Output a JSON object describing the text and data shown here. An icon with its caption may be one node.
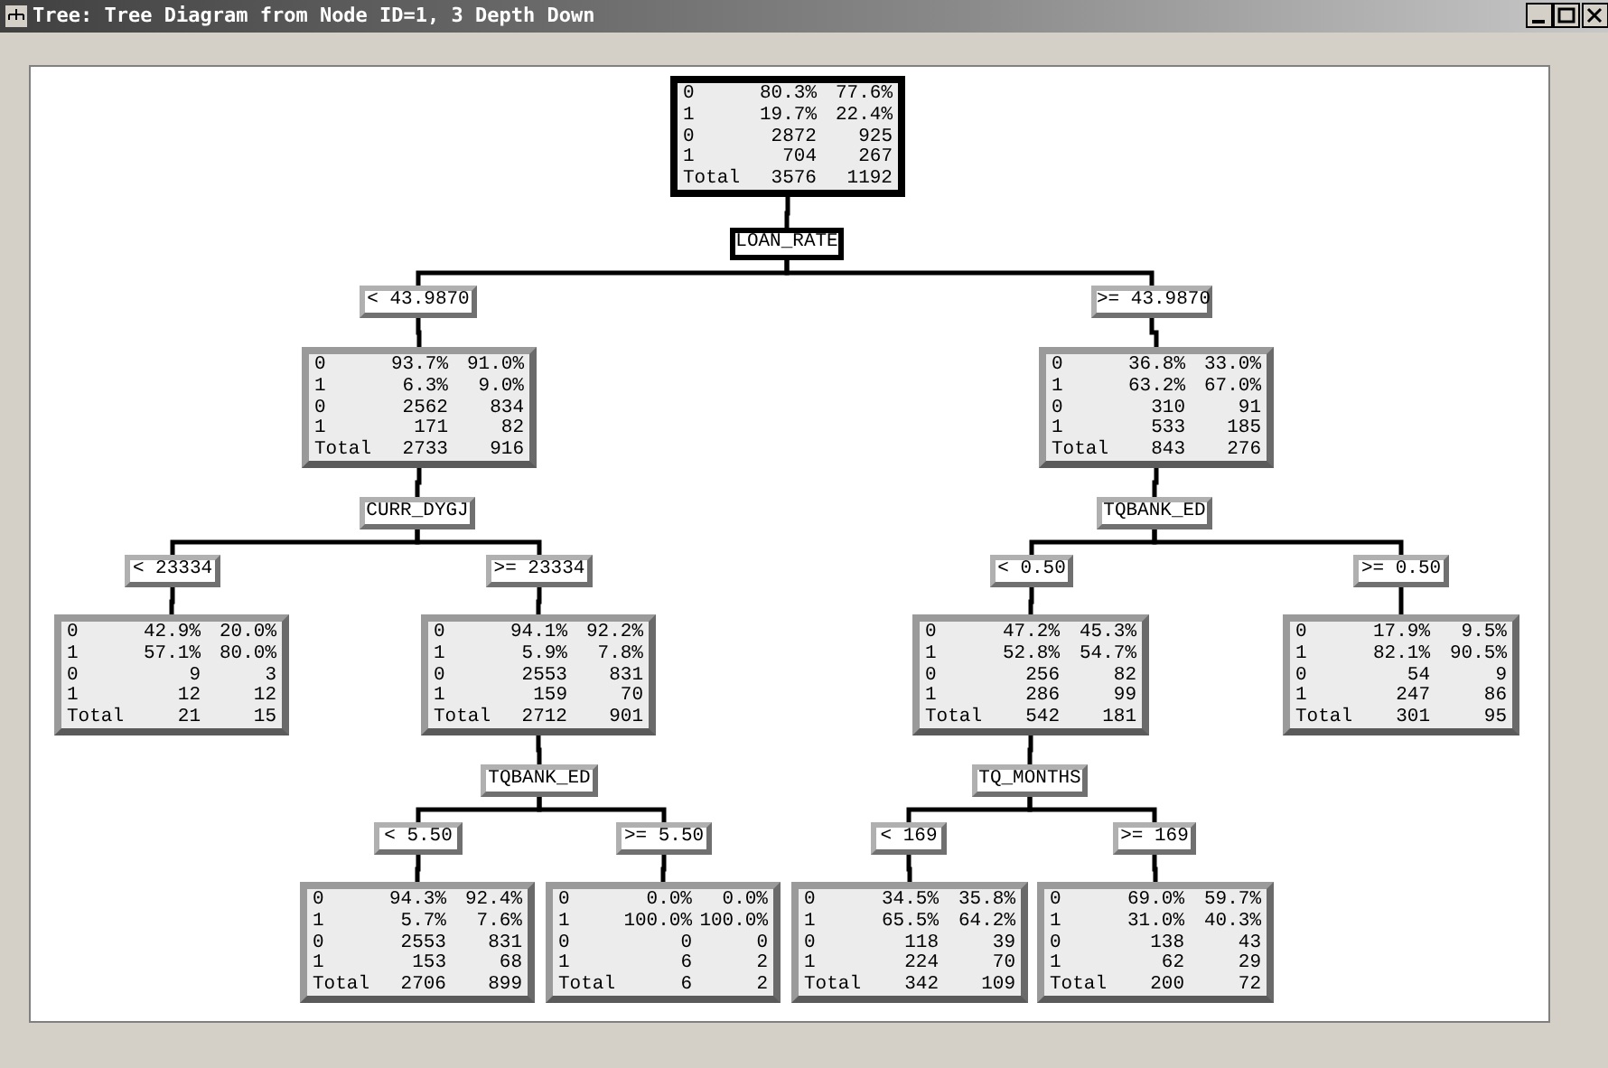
{
  "diagram": {
    "title": "Tree: Tree Diagram from Node ID=1, 3 Depth Down",
    "nodes": [
      {
        "text": [
          "0",
          "80.3%",
          "77.6%",
          "1",
          "19.7%",
          "22.4%",
          "0",
          "2872",
          "925",
          "1",
          "704",
          "267",
          "Total",
          "3576",
          "1192"
        ]
      },
      {
        "text": [
          "LOAN_RATE"
        ]
      },
      {
        "text": [
          "< 43.9870"
        ]
      },
      {
        "text": [
          ">= 43.9870"
        ]
      },
      {
        "text": [
          "0",
          "93.7%",
          "91.0%",
          "1",
          "6.3%",
          "9.0%",
          "0",
          "2562",
          "834",
          "1",
          "171",
          "82",
          "Total",
          "2733",
          "916"
        ]
      },
      {
        "text": [
          "0",
          "36.8%",
          "33.0%",
          "1",
          "63.2%",
          "67.0%",
          "0",
          "310",
          "91",
          "1",
          "533",
          "185",
          "Total",
          "843",
          "276"
        ]
      },
      {
        "text": [
          "CURR_DYGJ"
        ]
      },
      {
        "text": [
          "TQBANK_ED"
        ]
      },
      {
        "text": [
          "< 23334"
        ]
      },
      {
        "text": [
          ">= 23334"
        ]
      },
      {
        "text": [
          "< 0.50"
        ]
      },
      {
        "text": [
          ">= 0.50"
        ]
      },
      {
        "text": [
          "0",
          "42.9%",
          "20.0%",
          "1",
          "57.1%",
          "80.0%",
          "0",
          "9",
          "3",
          "1",
          "12",
          "12",
          "Total",
          "21",
          "15"
        ]
      },
      {
        "text": [
          "0",
          "94.1%",
          "92.2%",
          "1",
          "5.9%",
          "7.8%",
          "0",
          "2553",
          "831",
          "1",
          "159",
          "70",
          "Total",
          "2712",
          "901"
        ]
      },
      {
        "text": [
          "0",
          "47.2%",
          "45.3%",
          "1",
          "52.8%",
          "54.7%",
          "0",
          "256",
          "82",
          "1",
          "286",
          "99",
          "Total",
          "542",
          "181"
        ]
      },
      {
        "text": [
          "0",
          "17.9%",
          "9.5%",
          "1",
          "82.1%",
          "90.5%",
          "0",
          "54",
          "9",
          "1",
          "247",
          "86",
          "Total",
          "301",
          "95"
        ]
      },
      {
        "text": [
          "TQBANK_ED"
        ]
      },
      {
        "text": [
          "TQ_MONTHS"
        ]
      },
      {
        "text": [
          "< 5.50"
        ]
      },
      {
        "text": [
          ">= 5.50"
        ]
      },
      {
        "text": [
          "< 169"
        ]
      },
      {
        "text": [
          ">= 169"
        ]
      },
      {
        "text": [
          "0",
          "94.3%",
          "92.4%",
          "1",
          "5.7%",
          "7.6%",
          "0",
          "2553",
          "831",
          "1",
          "153",
          "68",
          "Total",
          "2706",
          "899"
        ]
      },
      {
        "text": [
          "0",
          "0.0%",
          "0.0%",
          "1",
          "100.0%",
          "100.0%",
          "0",
          "0",
          "0",
          "1",
          "6",
          "2",
          "Total",
          "6",
          "2"
        ]
      },
      {
        "text": [
          "0",
          "34.5%",
          "35.8%",
          "1",
          "65.5%",
          "64.2%",
          "0",
          "118",
          "39",
          "1",
          "224",
          "70",
          "Total",
          "342",
          "109"
        ]
      },
      {
        "text": [
          "0",
          "69.0%",
          "59.7%",
          "1",
          "31.0%",
          "40.3%",
          "0",
          "138",
          "43",
          "1",
          "62",
          "29",
          "Total",
          "200",
          "72"
        ]
      }
    ],
    "edges": [
      {
        "from": 0,
        "to": 1,
        "arrow": "none"
      },
      {
        "from": 1,
        "to": 2,
        "arrow": "none"
      },
      {
        "from": 1,
        "to": 3,
        "arrow": "none"
      },
      {
        "from": 2,
        "to": 4,
        "arrow": "none"
      },
      {
        "from": 3,
        "to": 5,
        "arrow": "none"
      },
      {
        "from": 4,
        "to": 6,
        "arrow": "none"
      },
      {
        "from": 5,
        "to": 7,
        "arrow": "none"
      },
      {
        "from": 6,
        "to": 8,
        "arrow": "none"
      },
      {
        "from": 6,
        "to": 9,
        "arrow": "none"
      },
      {
        "from": 7,
        "to": 10,
        "arrow": "none"
      },
      {
        "from": 7,
        "to": 11,
        "arrow": "none"
      },
      {
        "from": 8,
        "to": 12,
        "arrow": "none"
      },
      {
        "from": 9,
        "to": 13,
        "arrow": "none"
      },
      {
        "from": 10,
        "to": 14,
        "arrow": "none"
      },
      {
        "from": 11,
        "to": 15,
        "arrow": "none"
      },
      {
        "from": 13,
        "to": 16,
        "arrow": "none"
      },
      {
        "from": 14,
        "to": 17,
        "arrow": "none"
      },
      {
        "from": 16,
        "to": 18,
        "arrow": "none"
      },
      {
        "from": 16,
        "to": 19,
        "arrow": "none"
      },
      {
        "from": 17,
        "to": 20,
        "arrow": "none"
      },
      {
        "from": 17,
        "to": 21,
        "arrow": "none"
      },
      {
        "from": 18,
        "to": 22,
        "arrow": "none"
      },
      {
        "from": 19,
        "to": 23,
        "arrow": "none"
      },
      {
        "from": 20,
        "to": 24,
        "arrow": "none"
      },
      {
        "from": 21,
        "to": 25,
        "arrow": "none"
      }
    ]
  }
}
